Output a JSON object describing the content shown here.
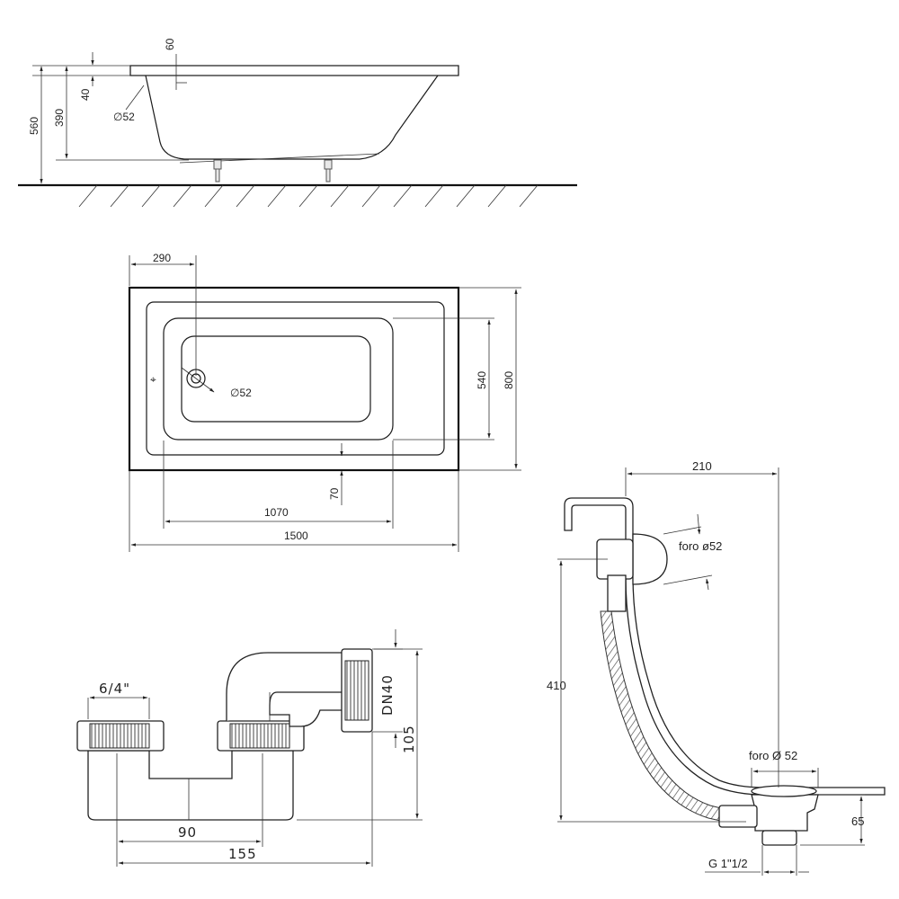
{
  "side_view": {
    "overall_height": "560",
    "inner_depth": "390",
    "rim_thickness": "40",
    "rim_offset": "60",
    "drain_hole": "∅52"
  },
  "top_view": {
    "drain_offset": "290",
    "inner_width": "540",
    "overall_width": "800",
    "rim_margin": "70",
    "inner_length": "1070",
    "overall_length": "1500",
    "drain_hole": "∅52"
  },
  "siphon": {
    "inlet_size": "6/4\"",
    "outlet": "DN40",
    "height": "105",
    "spacing": "90",
    "length": "155"
  },
  "waste_overflow": {
    "reach": "210",
    "overflow_hole": "foro ø52",
    "drain_hole": "foro Ø 52",
    "height": "410",
    "depth": "65",
    "thread": "G 1\"1/2"
  }
}
